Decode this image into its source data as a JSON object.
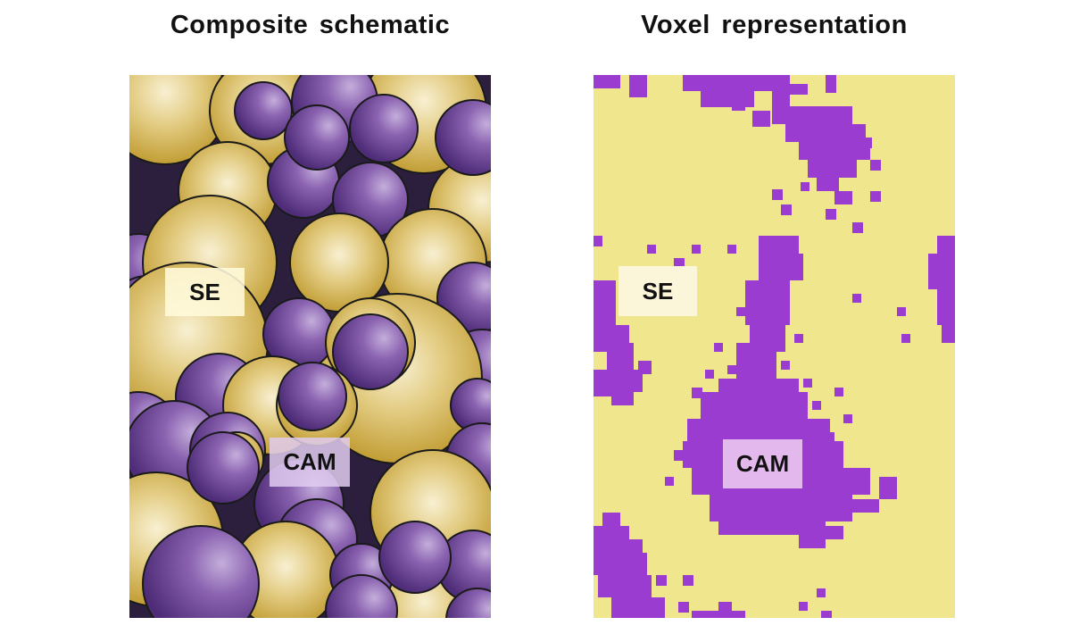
{
  "titles": {
    "left": "Composite  schematic",
    "right": "Voxel  representation"
  },
  "labels": {
    "se": "SE",
    "cam": "CAM"
  },
  "colors": {
    "se_gold": "#d9bd5c",
    "se_gold_light": "#f6ecc6",
    "cam_purple": "#7b4fa0",
    "cam_purple_light": "#b49ad0",
    "voxel_se": "#f0e68e",
    "voxel_cam": "#9a3ccf"
  }
}
